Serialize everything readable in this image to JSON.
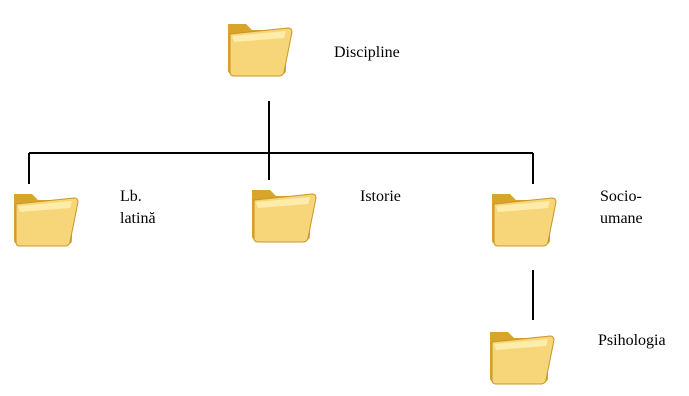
{
  "diagram": {
    "root": {
      "label": "Discipline",
      "icon": "folder-icon"
    },
    "children": [
      {
        "label": "Lb.\nlatină",
        "icon": "folder-icon"
      },
      {
        "label": "Istorie",
        "icon": "folder-icon"
      },
      {
        "label": "Socio-\numane",
        "icon": "folder-icon"
      }
    ],
    "grandchild": {
      "label": "Psihologia",
      "icon": "folder-icon"
    }
  },
  "colors": {
    "line": "#000000",
    "folder_body": "#f7d67a",
    "folder_dark": "#d8a42a",
    "folder_light": "#fff1b8"
  }
}
